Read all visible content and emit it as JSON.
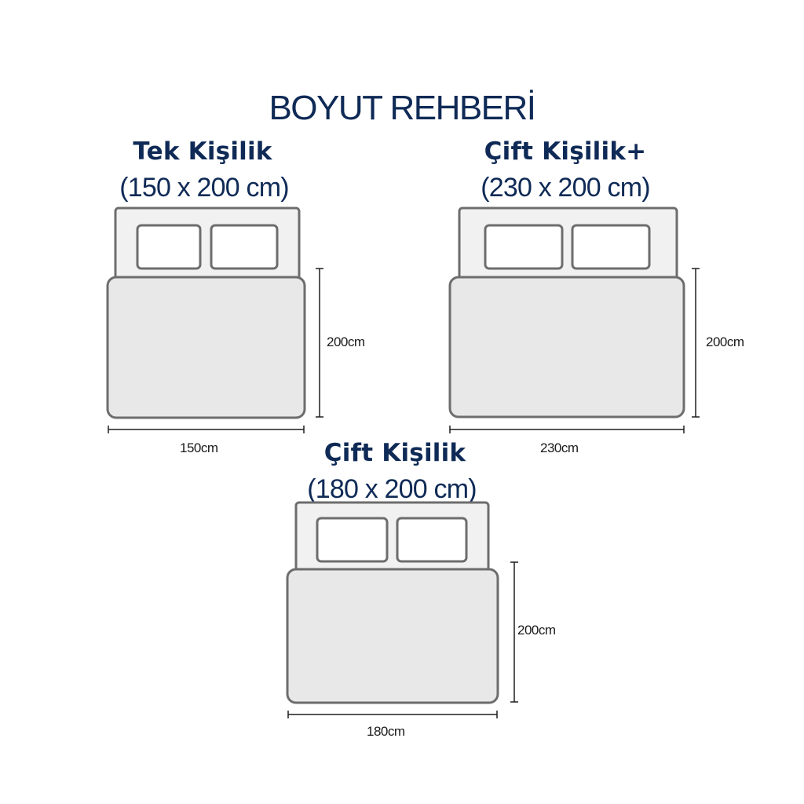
{
  "title": "BOYUT REHBERİ",
  "colors": {
    "heading": "#0f2a56",
    "outline": "#6d6d6d",
    "mattress_fill": "#e8e8e8",
    "frame_fill": "#f1f1f1",
    "pillow_fill": "#ffffff",
    "dimension_line": "#1f1f1f"
  },
  "beds": [
    {
      "name": "Tek Kişilik",
      "size": "(150 x 200 cm)",
      "width_label": "150cm",
      "height_label": "200cm"
    },
    {
      "name": "Çift Kişilik+",
      "size": "(230 x 200 cm)",
      "width_label": "230cm",
      "height_label": "200cm"
    },
    {
      "name": "Çift Kişilik",
      "size": "(180 x 200 cm)",
      "width_label": "180cm",
      "height_label": "200cm"
    }
  ]
}
